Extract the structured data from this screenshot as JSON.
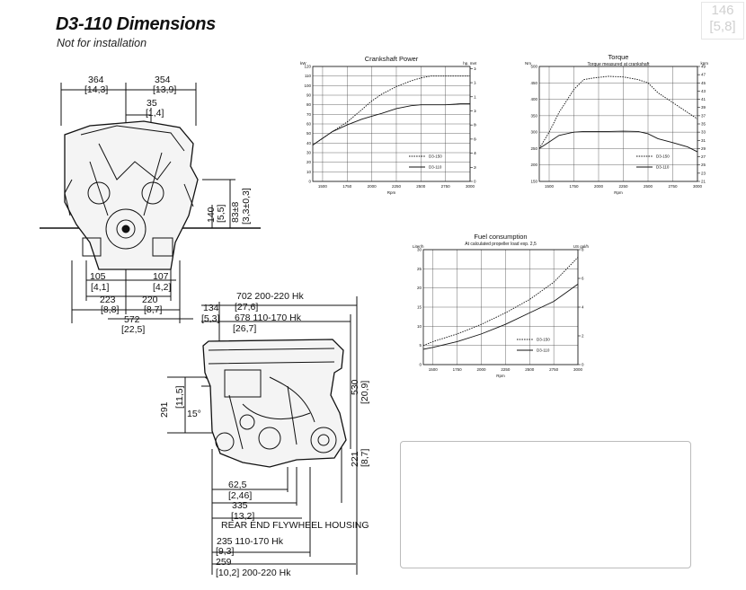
{
  "page": {
    "title": "D3-110 Dimensions",
    "subtitle": "Not for installation",
    "page_number": "146",
    "page_number_bracket": "[5,8]"
  },
  "front_view": {
    "dims": [
      "364",
      "[14,3]",
      "354",
      "[13,9]",
      "35",
      "[1,4]",
      "140",
      "[5,5]",
      "83±8",
      "[3,3±0,3]",
      "105",
      "[4,1]",
      "107",
      "[4,2]",
      "223",
      "[8,8]",
      "220",
      "[8,7]",
      "572",
      "[22,5]"
    ]
  },
  "side_view": {
    "dims": [
      "134",
      "[5,3]",
      "702  200-220 Hk",
      "[27,6]",
      "678  110-170 Hk",
      "[26,7]",
      "291",
      "[11,5]",
      "15°",
      "530",
      "[20,9]",
      "221",
      "[8,7]",
      "62,5",
      "[2,46]",
      "335",
      "[13,2]",
      "REAR END FLYWHEEL HOUSING",
      "235  110-170 Hk",
      "[9,3]",
      "259",
      "[10,2] 200-220 Hk"
    ]
  },
  "chart_data": [
    {
      "type": "line",
      "title": "Crankshaft Power",
      "ylabel": "kW",
      "y2label": "hp, metric",
      "xlabel": "Rpm",
      "x_ticks": [
        1500,
        1750,
        2000,
        2250,
        2500,
        2750,
        3000
      ],
      "xlim": [
        1400,
        3000
      ],
      "y_ticks": [
        0,
        10,
        20,
        30,
        40,
        50,
        60,
        70,
        80,
        90,
        100,
        110,
        120
      ],
      "ylim": [
        0,
        120
      ],
      "y2_ticks": [
        0,
        20,
        40,
        60,
        80,
        100,
        120,
        140,
        160
      ],
      "y2lim": [
        0,
        163
      ],
      "grid": true,
      "legend_position": "lower-right",
      "series": [
        {
          "name": "D3-150",
          "style": "dashed",
          "x": [
            1400,
            1500,
            1600,
            1750,
            1900,
            2000,
            2100,
            2250,
            2400,
            2500,
            2600,
            2750,
            2900,
            3000
          ],
          "values": [
            38,
            45,
            52,
            62,
            75,
            84,
            91,
            99,
            105,
            108,
            110,
            110,
            110,
            110
          ]
        },
        {
          "name": "D3-110",
          "style": "solid",
          "x": [
            1400,
            1500,
            1600,
            1750,
            1900,
            2000,
            2100,
            2250,
            2400,
            2500,
            2600,
            2750,
            2900,
            3000
          ],
          "values": [
            38,
            45,
            52,
            59,
            65,
            68,
            71,
            76,
            79,
            80,
            80,
            80,
            81,
            81
          ]
        }
      ]
    },
    {
      "type": "line",
      "title": "Torque",
      "subtitle": "Torque measured at crankshaft",
      "ylabel": "Nm",
      "y2label": "kpm",
      "xlabel": "Rpm",
      "x_ticks": [
        1500,
        1750,
        2000,
        2250,
        2500,
        2750,
        3000
      ],
      "xlim": [
        1400,
        3000
      ],
      "y_ticks": [
        150,
        200,
        250,
        300,
        350,
        400,
        450,
        500
      ],
      "ylim": [
        150,
        500
      ],
      "y2_ticks": [
        21,
        23,
        25,
        27,
        29,
        31,
        33,
        35,
        37,
        39,
        41,
        43,
        45,
        47,
        49
      ],
      "grid": true,
      "legend_position": "lower-right",
      "series": [
        {
          "name": "D3-150",
          "style": "dashed",
          "x": [
            1400,
            1500,
            1600,
            1750,
            1850,
            1950,
            2100,
            2250,
            2400,
            2500,
            2600,
            2750,
            2900,
            3000
          ],
          "values": [
            250,
            300,
            360,
            430,
            460,
            465,
            470,
            468,
            460,
            450,
            420,
            390,
            360,
            340
          ]
        },
        {
          "name": "D3-110",
          "style": "solid",
          "x": [
            1400,
            1500,
            1600,
            1750,
            1850,
            1950,
            2100,
            2250,
            2400,
            2500,
            2600,
            2750,
            2900,
            3000
          ],
          "values": [
            250,
            270,
            290,
            300,
            302,
            302,
            302,
            303,
            302,
            295,
            280,
            268,
            255,
            240
          ]
        }
      ]
    },
    {
      "type": "line",
      "title": "Fuel consumption",
      "subtitle": "At calculated propeller load exp. 2,5",
      "ylabel": "Liter/h",
      "y2label": "US gal/h",
      "xlabel": "Rpm",
      "x_ticks": [
        1500,
        1750,
        2000,
        2250,
        2500,
        2750,
        3000
      ],
      "xlim": [
        1400,
        3000
      ],
      "y_ticks": [
        0,
        5,
        10,
        15,
        20,
        25,
        30
      ],
      "ylim": [
        0,
        30
      ],
      "y2_ticks": [
        0,
        2,
        4,
        6,
        8
      ],
      "y2lim": [
        0,
        8
      ],
      "grid": true,
      "legend_position": "lower-right",
      "series": [
        {
          "name": "D3-150",
          "style": "dashed",
          "x": [
            1400,
            1500,
            1750,
            2000,
            2250,
            2500,
            2750,
            3000
          ],
          "values": [
            5,
            6,
            8,
            10.5,
            13.5,
            17,
            21.5,
            28
          ]
        },
        {
          "name": "D3-110",
          "style": "solid",
          "x": [
            1400,
            1500,
            1750,
            2000,
            2250,
            2500,
            2750,
            3000
          ],
          "values": [
            4,
            4.5,
            6,
            8,
            10.5,
            13.5,
            16.5,
            21
          ]
        }
      ]
    }
  ]
}
